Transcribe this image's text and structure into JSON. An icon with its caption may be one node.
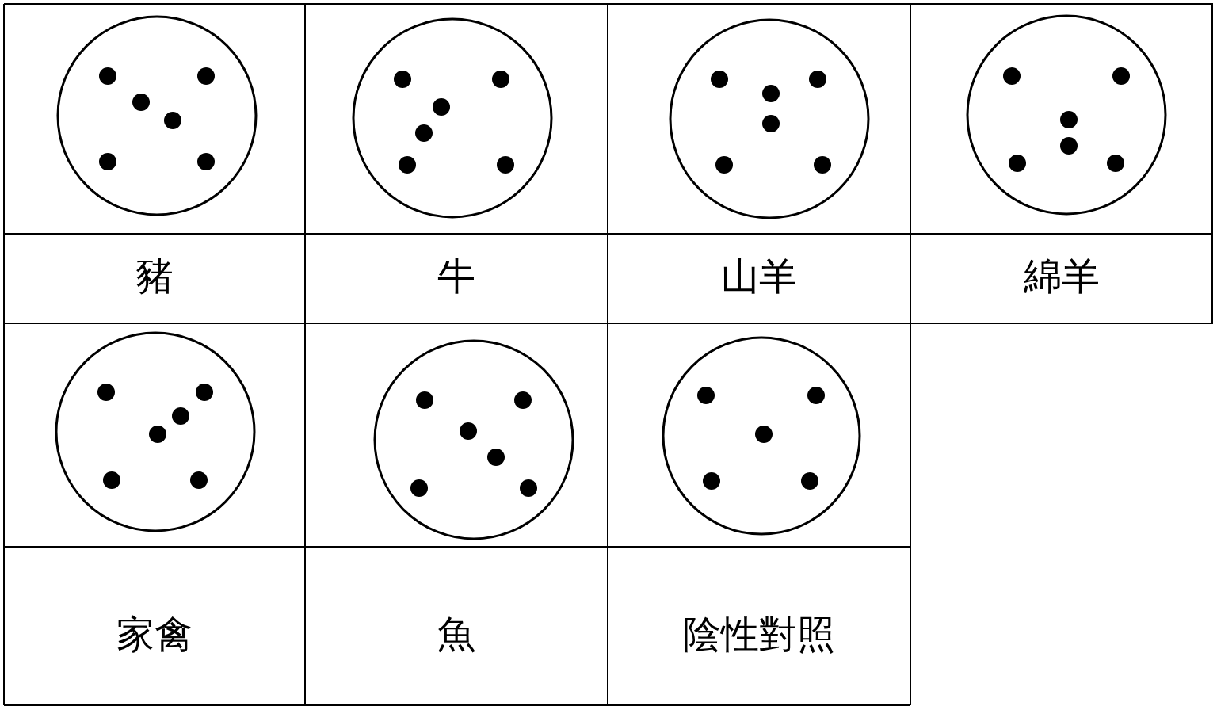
{
  "diagram": {
    "labels": [
      "豬",
      "牛",
      "山羊",
      "綿羊",
      "家禽",
      "魚",
      "陰性對照"
    ]
  }
}
